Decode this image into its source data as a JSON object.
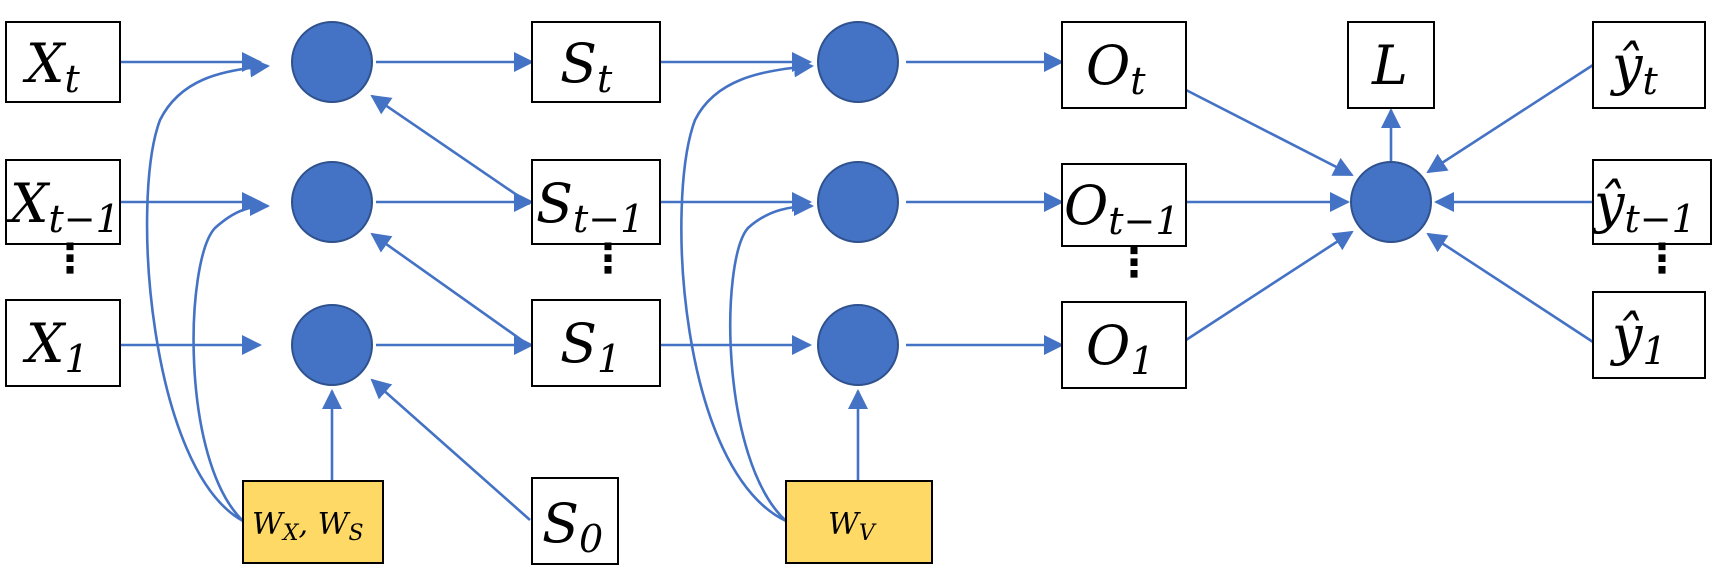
{
  "inputs": {
    "x_t": {
      "base": "X",
      "sub": "t"
    },
    "x_t1": {
      "base": "X",
      "sub": "t−1"
    },
    "x_1": {
      "base": "X",
      "sub": "1"
    }
  },
  "states": {
    "s_t": {
      "base": "S",
      "sub": "t"
    },
    "s_t1": {
      "base": "S",
      "sub": "t−1"
    },
    "s_1": {
      "base": "S",
      "sub": "1"
    },
    "s_0": {
      "base": "S",
      "sub": "0"
    }
  },
  "outputs": {
    "o_t": {
      "base": "O",
      "sub": "t"
    },
    "o_t1": {
      "base": "O",
      "sub": "t−1"
    },
    "o_1": {
      "base": "O",
      "sub": "1"
    }
  },
  "targets": {
    "y_t": {
      "base": "ŷ",
      "sub": "t"
    },
    "y_t1": {
      "base": "ŷ",
      "sub": "t−1"
    },
    "y_1": {
      "base": "ŷ",
      "sub": "1"
    }
  },
  "loss": {
    "label": "L"
  },
  "weights": {
    "wxs": {
      "w1": "W",
      "s1": "X",
      "sep": ", ",
      "w2": "W",
      "s2": "S"
    },
    "wv": {
      "w": "W",
      "s": "V"
    }
  },
  "ellipsis": "⋮",
  "colors": {
    "node_fill": "#4472c4",
    "edge": "#4472c4",
    "weight_box": "#ffd966"
  }
}
